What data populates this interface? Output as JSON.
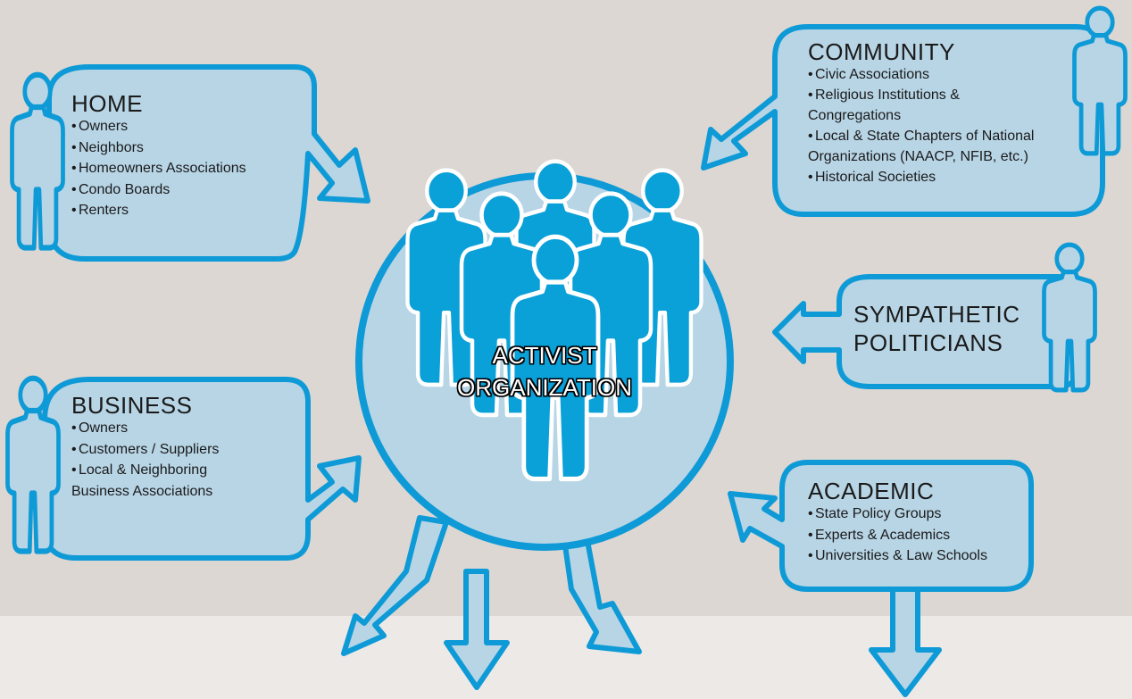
{
  "center": {
    "line1": "ACTIVIST",
    "line2": "ORGANIZATION"
  },
  "home": {
    "heading": "HOME",
    "items": [
      {
        "text": "Owners",
        "bullet": true
      },
      {
        "text": "Neighbors",
        "bullet": true
      },
      {
        "text": "Homeowners Associations",
        "bullet": true
      },
      {
        "text": "Condo Boards",
        "bullet": true
      },
      {
        "text": "Renters",
        "bullet": true
      }
    ]
  },
  "business": {
    "heading": "BUSINESS",
    "items": [
      {
        "text": "Owners",
        "bullet": true
      },
      {
        "text": "Customers / Suppliers",
        "bullet": true
      },
      {
        "text": "Local &  Neighboring",
        "bullet": true
      },
      {
        "text": "Business Associations",
        "bullet": false
      }
    ]
  },
  "community": {
    "heading": "COMMUNITY",
    "items": [
      {
        "text": "Civic Associations",
        "bullet": true
      },
      {
        "text": "Religious Institutions &",
        "bullet": true
      },
      {
        "text": "Congregations",
        "bullet": false
      },
      {
        "text": "Local & State Chapters of National",
        "bullet": true
      },
      {
        "text": "Organizations (NAACP, NFIB, etc.)",
        "bullet": false
      },
      {
        "text": "Historical Societies",
        "bullet": true
      }
    ]
  },
  "politicians": {
    "line1": "SYMPATHETIC",
    "line2": "POLITICIANS"
  },
  "academic": {
    "heading": "ACADEMIC",
    "items": [
      {
        "text": "State Policy Groups",
        "bullet": true
      },
      {
        "text": "Experts & Academics",
        "bullet": true
      },
      {
        "text": "Universities & Law Schools",
        "bullet": true
      }
    ]
  },
  "colors": {
    "accent": "#0e9ad6",
    "box_fill": "#b8d5e6",
    "background": "#dcd7d3",
    "people": "#0aa0d8"
  }
}
